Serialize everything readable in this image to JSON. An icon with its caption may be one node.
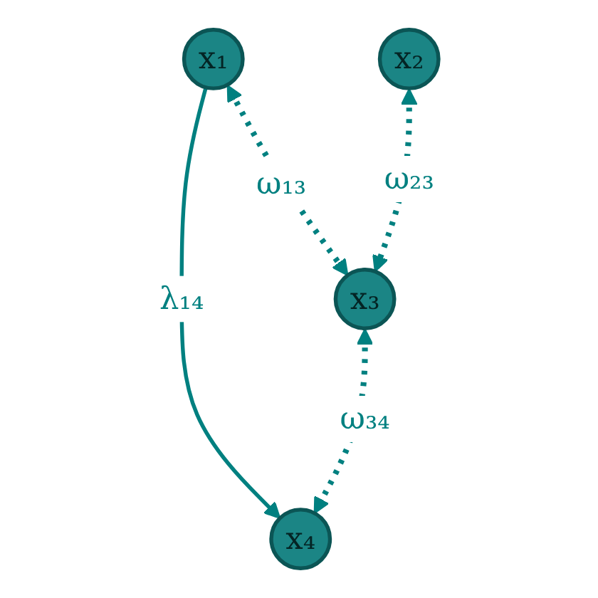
{
  "diagram": {
    "nodes": [
      {
        "text": [
          "x₁"
        ]
      },
      {
        "text": [
          "x₂"
        ]
      },
      {
        "text": [
          "x₃"
        ]
      },
      {
        "text": [
          "x₄"
        ]
      }
    ],
    "edges": [
      {
        "from": 0,
        "to": 3,
        "arrow": "to",
        "label": "λ₁₄"
      },
      {
        "from": 1,
        "to": 2,
        "arrow": "both",
        "label": "ω₂₃",
        "style": "dashed"
      },
      {
        "from": 0,
        "to": 2,
        "arrow": "both",
        "label": "ω₁₃",
        "style": "dashed"
      },
      {
        "from": 2,
        "to": 3,
        "arrow": "both",
        "label": "ω₃₄",
        "style": "dashed"
      }
    ]
  }
}
